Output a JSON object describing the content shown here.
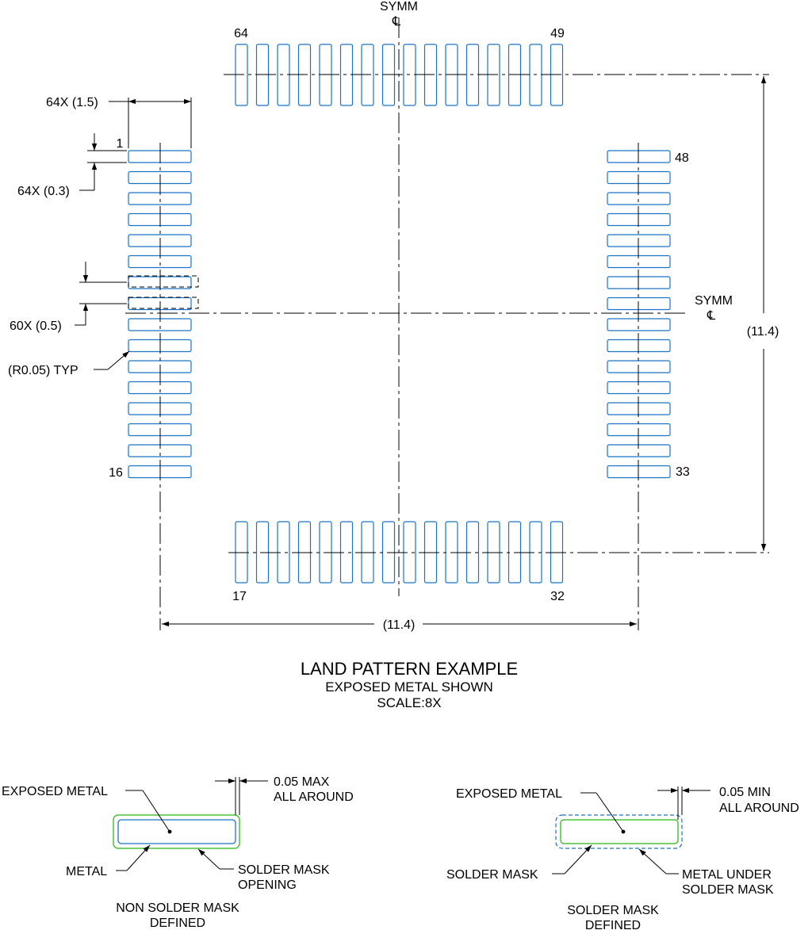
{
  "symm_label": "SYMM",
  "centerline_symbol": "℄",
  "pins": {
    "p64": "64",
    "p49": "49",
    "p1": "1",
    "p48": "48",
    "p16": "16",
    "p33": "33",
    "p17": "17",
    "p32": "32"
  },
  "dimensions": {
    "pad_length": "64X (1.5)",
    "pad_width": "64X (0.3)",
    "pitch": "60X (0.5)",
    "corner_radius": "(R0.05) TYP",
    "span_vertical": "(11.4)",
    "span_horizontal": "(11.4)"
  },
  "title": {
    "main": "LAND PATTERN EXAMPLE",
    "line2": "EXPOSED METAL SHOWN",
    "line3": "SCALE:8X"
  },
  "details": {
    "nsmd": {
      "exposed_metal": "EXPOSED METAL",
      "clearance_line1": "0.05 MAX",
      "clearance_line2": "ALL AROUND",
      "metal": "METAL",
      "mask_opening_line1": "SOLDER MASK",
      "mask_opening_line2": "OPENING",
      "caption_line1": "NON SOLDER MASK",
      "caption_line2": "DEFINED"
    },
    "smd": {
      "exposed_metal": "EXPOSED METAL",
      "clearance_line1": "0.05 MIN",
      "clearance_line2": "ALL AROUND",
      "solder_mask": "SOLDER MASK",
      "metal_under_line1": "METAL UNDER",
      "metal_under_line2": "SOLDER MASK",
      "caption_line1": "SOLDER MASK",
      "caption_line2": "DEFINED"
    }
  },
  "colors": {
    "pad_outline": "#1a73c7",
    "solder_mask": "#4cc23a"
  }
}
